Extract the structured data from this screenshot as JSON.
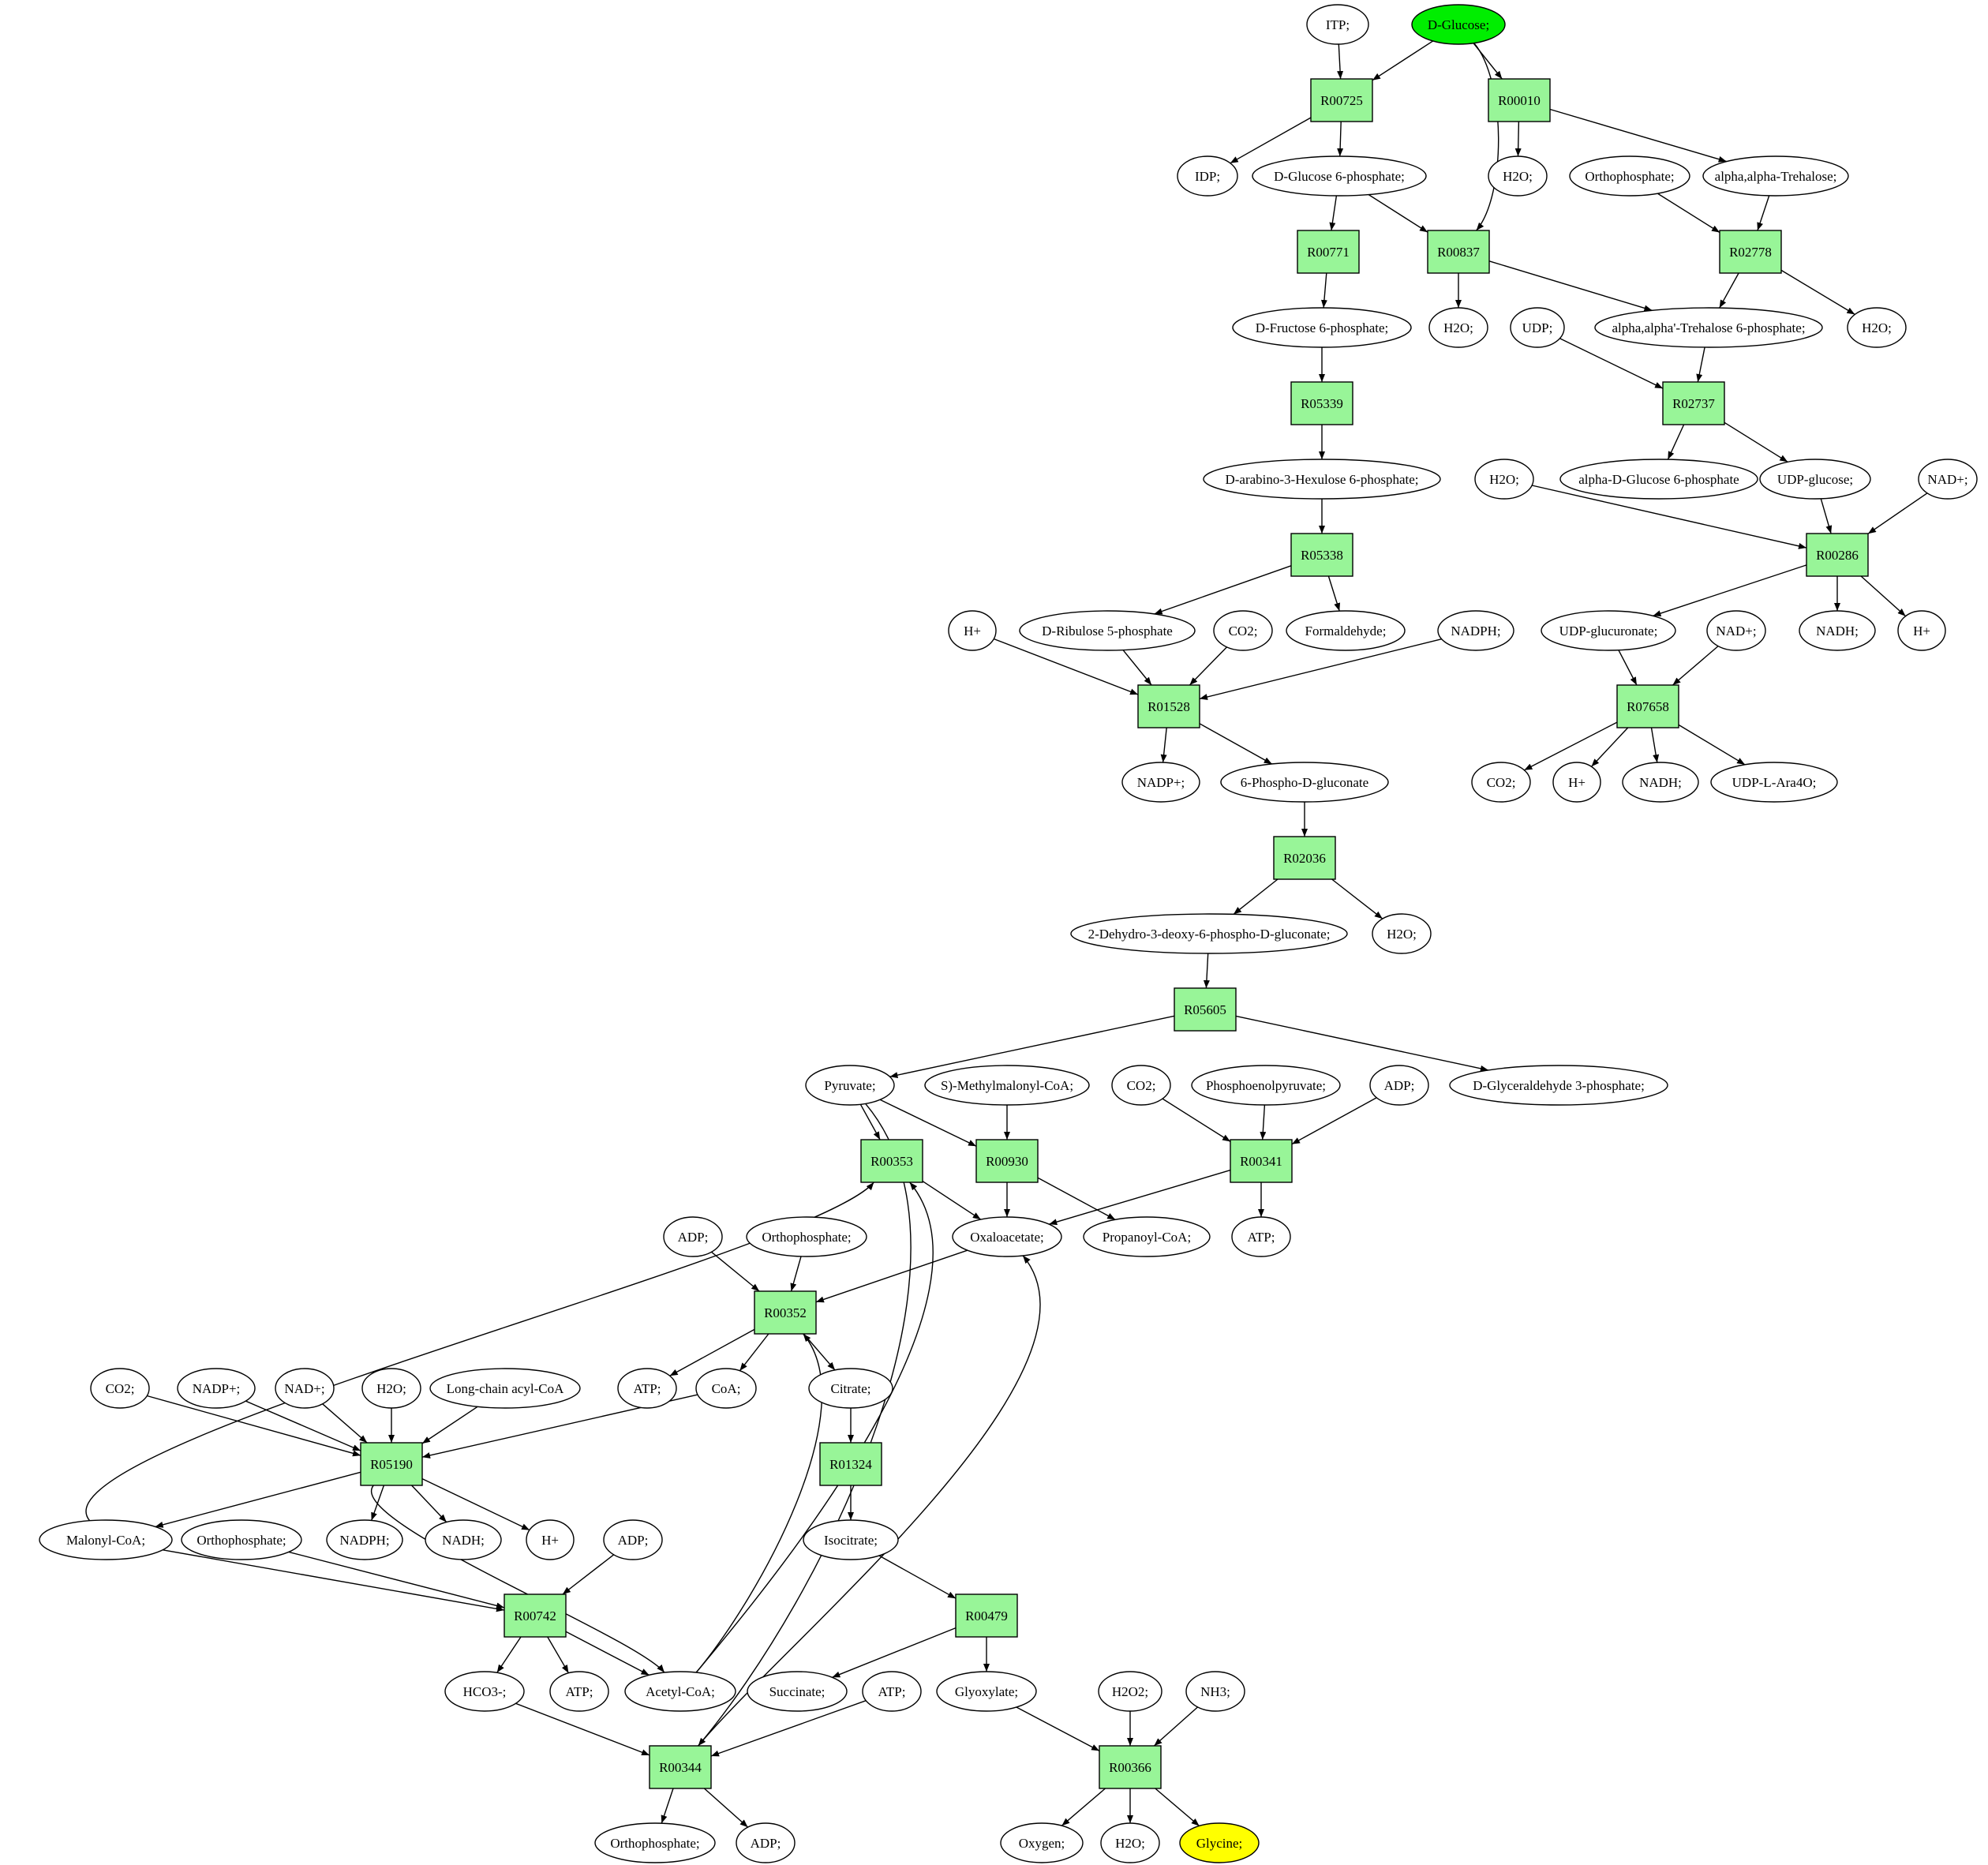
{
  "colors": {
    "reaction_fill": "#98f598",
    "start_fill": "#00ee00",
    "target_fill": "#ffff00",
    "compound_fill": "#ffffff",
    "stroke": "#000000"
  },
  "nodes": [
    {
      "id": "ITP",
      "kind": "compound",
      "label": "ITP;"
    },
    {
      "id": "DGLC",
      "kind": "start",
      "label": "D-Glucose;"
    },
    {
      "id": "R00725",
      "kind": "reaction",
      "label": "R00725"
    },
    {
      "id": "R00010",
      "kind": "reaction",
      "label": "R00010"
    },
    {
      "id": "IDP",
      "kind": "compound",
      "label": "IDP;"
    },
    {
      "id": "DG6P",
      "kind": "compound",
      "label": "D-Glucose 6-phosphate;"
    },
    {
      "id": "H2O_a",
      "kind": "compound",
      "label": "H2O;"
    },
    {
      "id": "ORTHO_a",
      "kind": "compound",
      "label": "Orthophosphate;"
    },
    {
      "id": "TREH",
      "kind": "compound",
      "label": "alpha,alpha-Trehalose;"
    },
    {
      "id": "R00771",
      "kind": "reaction",
      "label": "R00771"
    },
    {
      "id": "R00837",
      "kind": "reaction",
      "label": "R00837"
    },
    {
      "id": "R02778",
      "kind": "reaction",
      "label": "R02778"
    },
    {
      "id": "DF6P",
      "kind": "compound",
      "label": "D-Fructose 6-phosphate;"
    },
    {
      "id": "H2O_b",
      "kind": "compound",
      "label": "H2O;"
    },
    {
      "id": "UDP",
      "kind": "compound",
      "label": "UDP;"
    },
    {
      "id": "TRE6P",
      "kind": "compound",
      "label": "alpha,alpha'-Trehalose 6-phosphate;"
    },
    {
      "id": "H2O_c",
      "kind": "compound",
      "label": "H2O;"
    },
    {
      "id": "R05339",
      "kind": "reaction",
      "label": "R05339"
    },
    {
      "id": "R02737",
      "kind": "reaction",
      "label": "R02737"
    },
    {
      "id": "DAH6P",
      "kind": "compound",
      "label": "D-arabino-3-Hexulose 6-phosphate;"
    },
    {
      "id": "H2O_d",
      "kind": "compound",
      "label": "H2O;"
    },
    {
      "id": "ADG6P",
      "kind": "compound",
      "label": "alpha-D-Glucose 6-phosphate"
    },
    {
      "id": "UDPGLC",
      "kind": "compound",
      "label": "UDP-glucose;"
    },
    {
      "id": "NADp_a",
      "kind": "compound",
      "label": "NAD+;"
    },
    {
      "id": "R05338",
      "kind": "reaction",
      "label": "R05338"
    },
    {
      "id": "R00286",
      "kind": "reaction",
      "label": "R00286"
    },
    {
      "id": "Hp_a",
      "kind": "compound",
      "label": "H+"
    },
    {
      "id": "DR5P",
      "kind": "compound",
      "label": "D-Ribulose 5-phosphate"
    },
    {
      "id": "CO2_a",
      "kind": "compound",
      "label": "CO2;"
    },
    {
      "id": "FORM",
      "kind": "compound",
      "label": "Formaldehyde;"
    },
    {
      "id": "NADPH_a",
      "kind": "compound",
      "label": "NADPH;"
    },
    {
      "id": "UDPGA",
      "kind": "compound",
      "label": "UDP-glucuronate;"
    },
    {
      "id": "NADp_b",
      "kind": "compound",
      "label": "NAD+;"
    },
    {
      "id": "NADH_a",
      "kind": "compound",
      "label": "NADH;"
    },
    {
      "id": "Hp_b",
      "kind": "compound",
      "label": "H+"
    },
    {
      "id": "R01528",
      "kind": "reaction",
      "label": "R01528"
    },
    {
      "id": "R07658",
      "kind": "reaction",
      "label": "R07658"
    },
    {
      "id": "NADPp_a",
      "kind": "compound",
      "label": "NADP+;"
    },
    {
      "id": "PGLN",
      "kind": "compound",
      "label": "6-Phospho-D-gluconate"
    },
    {
      "id": "CO2_b",
      "kind": "compound",
      "label": "CO2;"
    },
    {
      "id": "Hp_c",
      "kind": "compound",
      "label": "H+"
    },
    {
      "id": "NADH_b",
      "kind": "compound",
      "label": "NADH;"
    },
    {
      "id": "UDPARA",
      "kind": "compound",
      "label": "UDP-L-Ara4O;"
    },
    {
      "id": "R02036",
      "kind": "reaction",
      "label": "R02036"
    },
    {
      "id": "KDPG",
      "kind": "compound",
      "label": "2-Dehydro-3-deoxy-6-phospho-D-gluconate;"
    },
    {
      "id": "H2O_e",
      "kind": "compound",
      "label": "H2O;"
    },
    {
      "id": "R05605",
      "kind": "reaction",
      "label": "R05605"
    },
    {
      "id": "PYR",
      "kind": "compound",
      "label": "Pyruvate;"
    },
    {
      "id": "SMMCOA",
      "kind": "compound",
      "label": "S)-Methylmalonyl-CoA;"
    },
    {
      "id": "CO2_c",
      "kind": "compound",
      "label": "CO2;"
    },
    {
      "id": "PEP",
      "kind": "compound",
      "label": "Phosphoenolpyruvate;"
    },
    {
      "id": "ADP_a",
      "kind": "compound",
      "label": "ADP;"
    },
    {
      "id": "GAP",
      "kind": "compound",
      "label": "D-Glyceraldehyde 3-phosphate;"
    },
    {
      "id": "R00353",
      "kind": "reaction",
      "label": "R00353"
    },
    {
      "id": "R00930",
      "kind": "reaction",
      "label": "R00930"
    },
    {
      "id": "R00341",
      "kind": "reaction",
      "label": "R00341"
    },
    {
      "id": "ADP_b",
      "kind": "compound",
      "label": "ADP;"
    },
    {
      "id": "ORTHO_b",
      "kind": "compound",
      "label": "Orthophosphate;"
    },
    {
      "id": "OAA",
      "kind": "compound",
      "label": "Oxaloacetate;"
    },
    {
      "id": "PROPCOA",
      "kind": "compound",
      "label": "Propanoyl-CoA;"
    },
    {
      "id": "ATP_a",
      "kind": "compound",
      "label": "ATP;"
    },
    {
      "id": "R00352",
      "kind": "reaction",
      "label": "R00352"
    },
    {
      "id": "CO2_d",
      "kind": "compound",
      "label": "CO2;"
    },
    {
      "id": "NADPp_b",
      "kind": "compound",
      "label": "NADP+;"
    },
    {
      "id": "NADp_c",
      "kind": "compound",
      "label": "NAD+;"
    },
    {
      "id": "H2O_f",
      "kind": "compound",
      "label": "H2O;"
    },
    {
      "id": "LCACOA",
      "kind": "compound",
      "label": "Long-chain acyl-CoA"
    },
    {
      "id": "ATP_b",
      "kind": "compound",
      "label": "ATP;"
    },
    {
      "id": "COA",
      "kind": "compound",
      "label": "CoA;"
    },
    {
      "id": "CIT",
      "kind": "compound",
      "label": "Citrate;"
    },
    {
      "id": "R05190",
      "kind": "reaction",
      "label": "R05190"
    },
    {
      "id": "R01324",
      "kind": "reaction",
      "label": "R01324"
    },
    {
      "id": "MALCOA",
      "kind": "compound",
      "label": "Malonyl-CoA;"
    },
    {
      "id": "ORTHO_c",
      "kind": "compound",
      "label": "Orthophosphate;"
    },
    {
      "id": "NADPH_b",
      "kind": "compound",
      "label": "NADPH;"
    },
    {
      "id": "NADH_c",
      "kind": "compound",
      "label": "NADH;"
    },
    {
      "id": "Hp_d",
      "kind": "compound",
      "label": "H+"
    },
    {
      "id": "ADP_c",
      "kind": "compound",
      "label": "ADP;"
    },
    {
      "id": "ICIT",
      "kind": "compound",
      "label": "Isocitrate;"
    },
    {
      "id": "R00742",
      "kind": "reaction",
      "label": "R00742"
    },
    {
      "id": "R00479",
      "kind": "reaction",
      "label": "R00479"
    },
    {
      "id": "HCO3",
      "kind": "compound",
      "label": "HCO3-;"
    },
    {
      "id": "ATP_c",
      "kind": "compound",
      "label": "ATP;"
    },
    {
      "id": "ACCOA",
      "kind": "compound",
      "label": "Acetyl-CoA;"
    },
    {
      "id": "SUCC",
      "kind": "compound",
      "label": "Succinate;"
    },
    {
      "id": "ATP_d",
      "kind": "compound",
      "label": "ATP;"
    },
    {
      "id": "GLX",
      "kind": "compound",
      "label": "Glyoxylate;"
    },
    {
      "id": "H2O2",
      "kind": "compound",
      "label": "H2O2;"
    },
    {
      "id": "NH3",
      "kind": "compound",
      "label": "NH3;"
    },
    {
      "id": "R00344",
      "kind": "reaction",
      "label": "R00344"
    },
    {
      "id": "R00366",
      "kind": "reaction",
      "label": "R00366"
    },
    {
      "id": "ORTHO_d",
      "kind": "compound",
      "label": "Orthophosphate;"
    },
    {
      "id": "ADP_d",
      "kind": "compound",
      "label": "ADP;"
    },
    {
      "id": "OXY",
      "kind": "compound",
      "label": "Oxygen;"
    },
    {
      "id": "H2O_g",
      "kind": "compound",
      "label": "H2O;"
    },
    {
      "id": "GLY",
      "kind": "target",
      "label": "Glycine;"
    }
  ],
  "edges": [
    [
      "ITP",
      "R00725"
    ],
    [
      "DGLC",
      "R00725"
    ],
    [
      "DGLC",
      "R00010"
    ],
    [
      "DGLC",
      "R00837"
    ],
    [
      "R00725",
      "IDP"
    ],
    [
      "R00725",
      "DG6P"
    ],
    [
      "R00010",
      "H2O_a"
    ],
    [
      "R00010",
      "TREH"
    ],
    [
      "DG6P",
      "R00771"
    ],
    [
      "DG6P",
      "R00837"
    ],
    [
      "ORTHO_a",
      "R02778"
    ],
    [
      "TREH",
      "R02778"
    ],
    [
      "R00771",
      "DF6P"
    ],
    [
      "R00837",
      "H2O_b"
    ],
    [
      "R00837",
      "TRE6P"
    ],
    [
      "R02778",
      "TRE6P"
    ],
    [
      "R02778",
      "H2O_c"
    ],
    [
      "DF6P",
      "R05339"
    ],
    [
      "UDP",
      "R02737"
    ],
    [
      "TRE6P",
      "R02737"
    ],
    [
      "R05339",
      "DAH6P"
    ],
    [
      "R02737",
      "ADG6P"
    ],
    [
      "R02737",
      "UDPGLC"
    ],
    [
      "DAH6P",
      "R05338"
    ],
    [
      "H2O_d",
      "R00286"
    ],
    [
      "UDPGLC",
      "R00286"
    ],
    [
      "NADp_a",
      "R00286"
    ],
    [
      "R05338",
      "DR5P"
    ],
    [
      "R05338",
      "FORM"
    ],
    [
      "R00286",
      "UDPGA"
    ],
    [
      "R00286",
      "NADH_a"
    ],
    [
      "R00286",
      "Hp_b"
    ],
    [
      "Hp_a",
      "R01528"
    ],
    [
      "DR5P",
      "R01528"
    ],
    [
      "CO2_a",
      "R01528"
    ],
    [
      "NADPH_a",
      "R01528"
    ],
    [
      "UDPGA",
      "R07658"
    ],
    [
      "NADp_b",
      "R07658"
    ],
    [
      "R01528",
      "NADPp_a"
    ],
    [
      "R01528",
      "PGLN"
    ],
    [
      "R07658",
      "CO2_b"
    ],
    [
      "R07658",
      "Hp_c"
    ],
    [
      "R07658",
      "NADH_b"
    ],
    [
      "R07658",
      "UDPARA"
    ],
    [
      "PGLN",
      "R02036"
    ],
    [
      "R02036",
      "KDPG"
    ],
    [
      "R02036",
      "H2O_e"
    ],
    [
      "KDPG",
      "R05605"
    ],
    [
      "R05605",
      "PYR"
    ],
    [
      "R05605",
      "GAP"
    ],
    [
      "PYR",
      "R00353"
    ],
    [
      "PYR",
      "R00930"
    ],
    [
      "SMMCOA",
      "R00930"
    ],
    [
      "CO2_c",
      "R00341"
    ],
    [
      "PEP",
      "R00341"
    ],
    [
      "ADP_a",
      "R00341"
    ],
    [
      "R00353",
      "OAA"
    ],
    [
      "R00930",
      "OAA"
    ],
    [
      "R00930",
      "PROPCOA"
    ],
    [
      "R00341",
      "OAA"
    ],
    [
      "R00341",
      "ATP_a"
    ],
    [
      "ADP_b",
      "R00352"
    ],
    [
      "ORTHO_b",
      "R00352"
    ],
    [
      "OAA",
      "R00352"
    ],
    [
      "R00352",
      "ATP_b"
    ],
    [
      "R00352",
      "COA"
    ],
    [
      "R00352",
      "CIT"
    ],
    [
      "CO2_d",
      "R05190"
    ],
    [
      "NADPp_b",
      "R05190"
    ],
    [
      "NADp_c",
      "R05190"
    ],
    [
      "H2O_f",
      "R05190"
    ],
    [
      "LCACOA",
      "R05190"
    ],
    [
      "COA",
      "R05190"
    ],
    [
      "CIT",
      "R01324"
    ],
    [
      "R05190",
      "MALCOA"
    ],
    [
      "R05190",
      "NADPH_b"
    ],
    [
      "R05190",
      "NADH_c"
    ],
    [
      "R05190",
      "Hp_d"
    ],
    [
      "R05190",
      "ACCOA"
    ],
    [
      "R01324",
      "ICIT"
    ],
    [
      "MALCOA",
      "R00742"
    ],
    [
      "ORTHO_c",
      "R00742"
    ],
    [
      "ADP_c",
      "R00742"
    ],
    [
      "ICIT",
      "R00479"
    ],
    [
      "R00742",
      "HCO3"
    ],
    [
      "R00742",
      "ATP_c"
    ],
    [
      "R00742",
      "ACCOA"
    ],
    [
      "R00479",
      "SUCC"
    ],
    [
      "R00479",
      "GLX"
    ],
    [
      "HCO3",
      "R00344"
    ],
    [
      "ATP_d",
      "R00344"
    ],
    [
      "PYR",
      "R00344"
    ],
    [
      "GLX",
      "R00366"
    ],
    [
      "H2O2",
      "R00366"
    ],
    [
      "NH3",
      "R00366"
    ],
    [
      "R00344",
      "ORTHO_d"
    ],
    [
      "R00344",
      "ADP_d"
    ],
    [
      "R00344",
      "OAA"
    ],
    [
      "R00366",
      "OXY"
    ],
    [
      "R00366",
      "H2O_g"
    ],
    [
      "R00366",
      "GLY"
    ],
    [
      "ACCOA",
      "R00352"
    ],
    [
      "ACCOA",
      "R00353"
    ],
    [
      "MALCOA",
      "R00353"
    ]
  ]
}
